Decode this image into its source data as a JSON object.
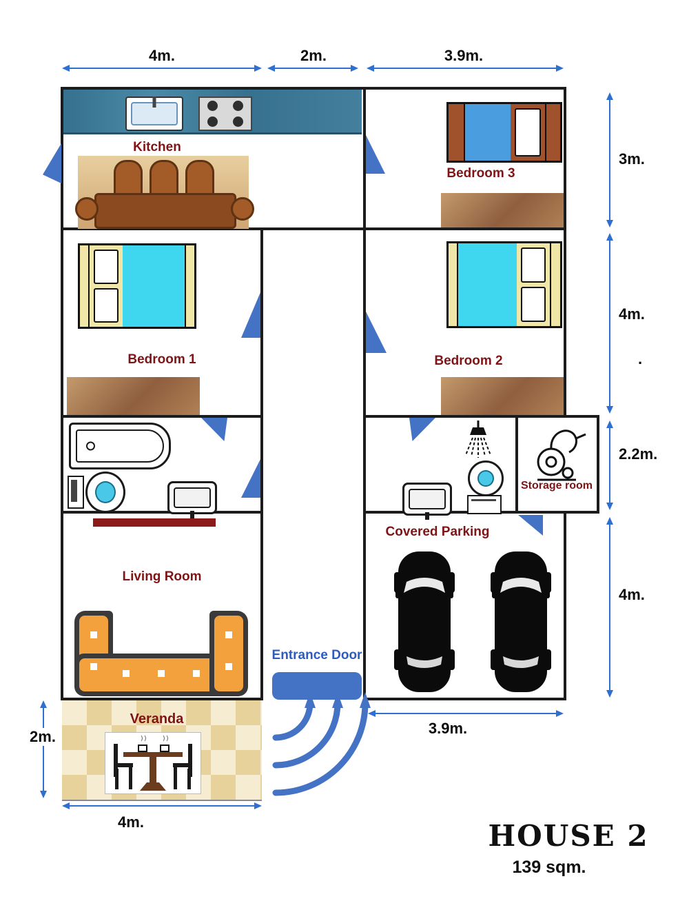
{
  "title": "HOUSE 2",
  "subtitle": "139 sqm.",
  "rooms": {
    "kitchen": {
      "label": "Kitchen"
    },
    "bedroom3": {
      "label": "Bedroom 3"
    },
    "bedroom1": {
      "label": "Bedroom 1"
    },
    "bedroom2": {
      "label": "Bedroom 2"
    },
    "living_room": {
      "label": "Living Room"
    },
    "covered_parking": {
      "label": "Covered Parking"
    },
    "storage_room": {
      "label": "Storage room"
    },
    "veranda": {
      "label": "Veranda"
    },
    "entrance": {
      "label": "Entrance Door"
    }
  },
  "dimensions": {
    "top_left": "4m.",
    "top_middle": "2m.",
    "top_right": "3.9m.",
    "right_bedroom3": "3m.",
    "right_bedroom2": "4m.",
    "right_bathroom": "2.2m.",
    "right_parking": "4m.",
    "left_veranda": "2m.",
    "bottom_parking": "3.9m.",
    "bottom_veranda": "4m.",
    "stray_dot": "."
  },
  "colors": {
    "dimension_blue": "#2e6fd0",
    "door_blue": "#4472c4",
    "room_label_maroon": "#7f1416",
    "entrance_label_blue": "#2f5bbf",
    "counter_teal": "#36718f",
    "mattress_cyan": "#3fd6ef",
    "bed3_blue": "#4a9ee0",
    "headboard_yellow": "#efe6a8",
    "rug_brown": "#b08055",
    "sofa_orange": "#f2a13c",
    "sofa_frame_gray": "#3a3a3a",
    "veranda_tan": "#e7d29c",
    "mat_maroon": "#8b1a1a",
    "car_black": "#0b0b0b"
  }
}
